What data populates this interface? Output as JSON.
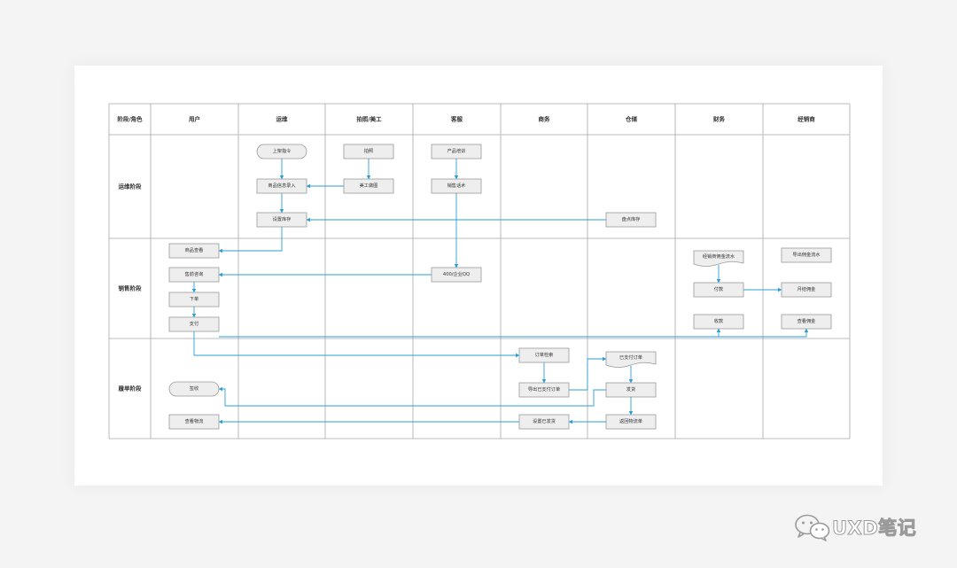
{
  "diagram": {
    "corner_header": "阶段/角色",
    "roles": [
      {
        "id": "user",
        "label": "用户"
      },
      {
        "id": "ops",
        "label": "运维"
      },
      {
        "id": "photo",
        "label": "拍照/美工"
      },
      {
        "id": "cs",
        "label": "客服"
      },
      {
        "id": "biz",
        "label": "商务"
      },
      {
        "id": "wh",
        "label": "仓储"
      },
      {
        "id": "fin",
        "label": "财务"
      },
      {
        "id": "dist",
        "label": "经销商"
      }
    ],
    "phases": [
      {
        "id": "ops_phase",
        "label": "运维阶段"
      },
      {
        "id": "sales_phase",
        "label": "销售阶段"
      },
      {
        "id": "fulfil_phase",
        "label": "履单阶段"
      }
    ],
    "nodes": [
      {
        "id": "n_shelf",
        "label": "上架指令",
        "shape": "terminal"
      },
      {
        "id": "n_entry",
        "label": "商品信息录入",
        "shape": "process"
      },
      {
        "id": "n_stock",
        "label": "设置库存",
        "shape": "process"
      },
      {
        "id": "n_photo",
        "label": "拍照",
        "shape": "process"
      },
      {
        "id": "n_retouch",
        "label": "美工做图",
        "shape": "process"
      },
      {
        "id": "n_train",
        "label": "产品培训",
        "shape": "process"
      },
      {
        "id": "n_script",
        "label": "销售话术",
        "shape": "process"
      },
      {
        "id": "n_count",
        "label": "盘点库存",
        "shape": "process"
      },
      {
        "id": "n_view",
        "label": "商品查看",
        "shape": "process"
      },
      {
        "id": "n_presale",
        "label": "售前咨询",
        "shape": "process"
      },
      {
        "id": "n_order",
        "label": "下单",
        "shape": "process"
      },
      {
        "id": "n_pay",
        "label": "支付",
        "shape": "process"
      },
      {
        "id": "n_qq",
        "label": "400/企业QQ",
        "shape": "process"
      },
      {
        "id": "n_flow",
        "label": "经销商佣金流水",
        "shape": "document"
      },
      {
        "id": "n_paymt",
        "label": "付款",
        "shape": "process"
      },
      {
        "id": "n_recv",
        "label": "收款",
        "shape": "process"
      },
      {
        "id": "n_export",
        "label": "导出佣金流水",
        "shape": "process"
      },
      {
        "id": "n_monthly",
        "label": "月结佣金",
        "shape": "process"
      },
      {
        "id": "n_check",
        "label": "查看佣金",
        "shape": "process"
      },
      {
        "id": "n_orderchk",
        "label": "订单检索",
        "shape": "process"
      },
      {
        "id": "n_exportpaid",
        "label": "导出已支付订单",
        "shape": "process"
      },
      {
        "id": "n_setship",
        "label": "设置已发货",
        "shape": "process"
      },
      {
        "id": "n_paidorders",
        "label": "已支付订单",
        "shape": "document"
      },
      {
        "id": "n_ship",
        "label": "发货",
        "shape": "process"
      },
      {
        "id": "n_retlog",
        "label": "返回物流单",
        "shape": "process"
      },
      {
        "id": "n_sign",
        "label": "签收",
        "shape": "terminal"
      },
      {
        "id": "n_track",
        "label": "查看物流",
        "shape": "process"
      }
    ],
    "colors": {
      "arrow": "#2a9fd6",
      "grid": "#a9a9a9",
      "node_fill": "#eeeeee",
      "node_stroke": "#999999",
      "text": "#333333"
    }
  },
  "watermark": {
    "text": "UXD笔记",
    "icon": "wechat-icon"
  }
}
